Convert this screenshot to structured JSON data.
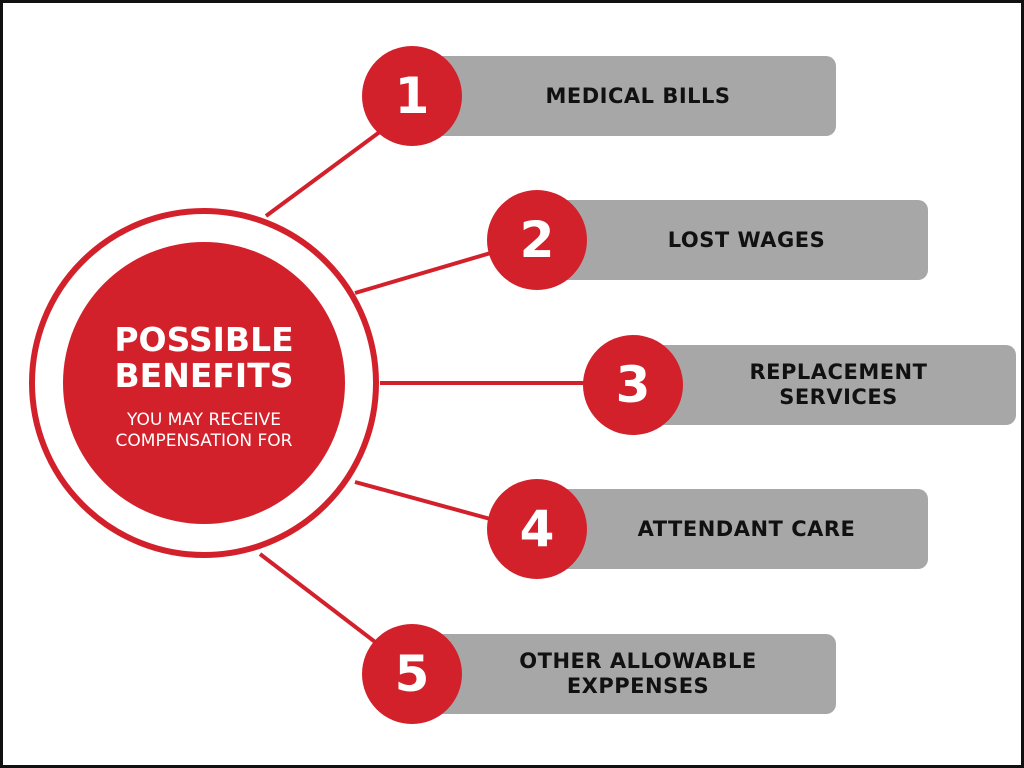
{
  "colors": {
    "accent": "#D3212C",
    "bar": "#A7A7A7",
    "text_dark": "#111111",
    "text_light": "#FFFFFF",
    "frame": "#111111"
  },
  "hub": {
    "title": "POSSIBLE BENEFITS",
    "subtitle": "YOU MAY RECEIVE COMPENSATION FOR"
  },
  "items": [
    {
      "number": "1",
      "label": "MEDICAL BILLS"
    },
    {
      "number": "2",
      "label": "LOST WAGES"
    },
    {
      "number": "3",
      "label": "REPLACEMENT SERVICES"
    },
    {
      "number": "4",
      "label": "ATTENDANT CARE"
    },
    {
      "number": "5",
      "label": "OTHER ALLOWABLE EXPPENSES"
    }
  ]
}
